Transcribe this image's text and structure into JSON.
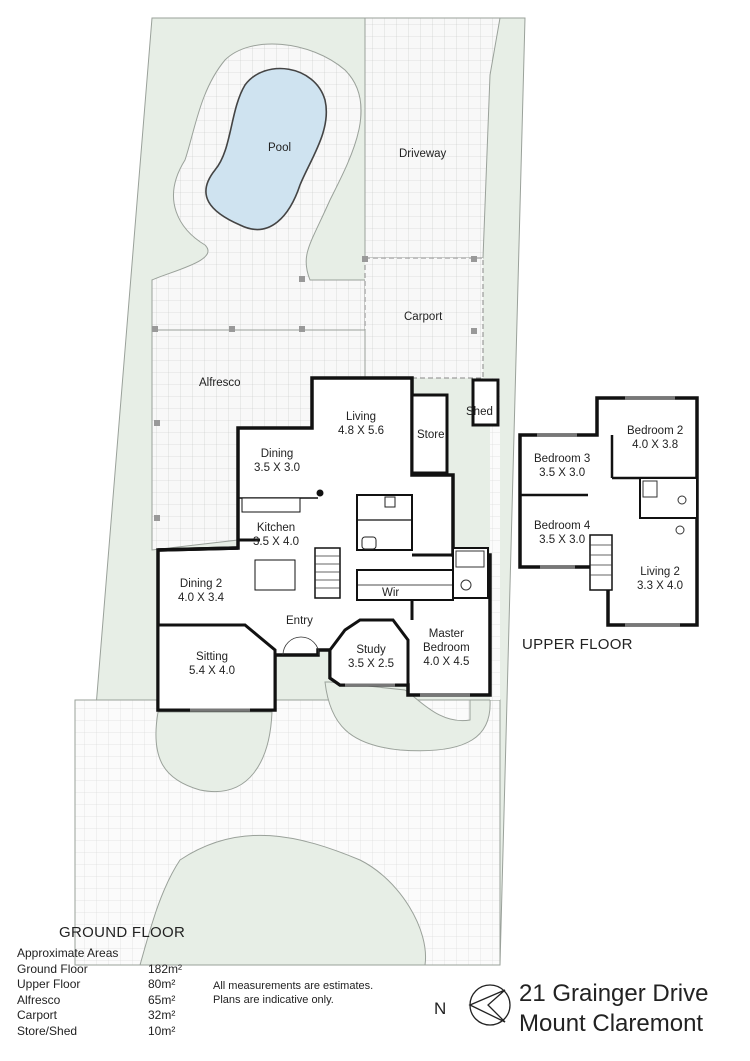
{
  "floors": {
    "ground_label": "GROUND FLOOR",
    "upper_label": "UPPER FLOOR"
  },
  "rooms": {
    "pool": "Pool",
    "driveway": "Driveway",
    "carport": "Carport",
    "alfresco": "Alfresco",
    "shed": "Shed",
    "store": "Store",
    "living": {
      "name": "Living",
      "size": "4.8 X 5.6"
    },
    "dining": {
      "name": "Dining",
      "size": "3.5 X 3.0"
    },
    "kitchen": {
      "name": "Kitchen",
      "size": "3.5 X 4.0"
    },
    "dining2": {
      "name": "Dining 2",
      "size": "4.0 X 3.4"
    },
    "entry": "Entry",
    "wir": "Wir",
    "sitting": {
      "name": "Sitting",
      "size": "5.4 X 4.0"
    },
    "study": {
      "name": "Study",
      "size": "3.5 X 2.5"
    },
    "master": {
      "name1": "Master",
      "name2": "Bedroom",
      "size": "4.0 X 4.5"
    },
    "bedroom2": {
      "name": "Bedroom 2",
      "size": "4.0 X 3.8"
    },
    "bedroom3": {
      "name": "Bedroom 3",
      "size": "3.5 X 3.0"
    },
    "bedroom4": {
      "name": "Bedroom 4",
      "size": "3.5 X 3.0"
    },
    "living2": {
      "name": "Living 2",
      "size": "3.3 X 4.0"
    }
  },
  "areas": {
    "title": "Approximate Areas",
    "rows": [
      {
        "label": "Ground Floor",
        "value": "182m²"
      },
      {
        "label": "Upper Floor",
        "value": "80m²"
      },
      {
        "label": "Alfresco",
        "value": "65m²"
      },
      {
        "label": "Carport",
        "value": "32m²"
      },
      {
        "label": "Store/Shed",
        "value": "10m²"
      }
    ]
  },
  "notes": {
    "line1": "All measurements are estimates.",
    "line2": "Plans are indicative only."
  },
  "address": {
    "line1": "21 Grainger Drive",
    "line2": "Mount Claremont"
  },
  "compass": {
    "label": "N",
    "icon": "north-arrow-icon"
  },
  "colors": {
    "lawn": "#e7eee6",
    "paving": "#f7f7f7",
    "grid": "#c9cbc9",
    "wall": "#111111",
    "pool_water": "#cfe3f0"
  }
}
